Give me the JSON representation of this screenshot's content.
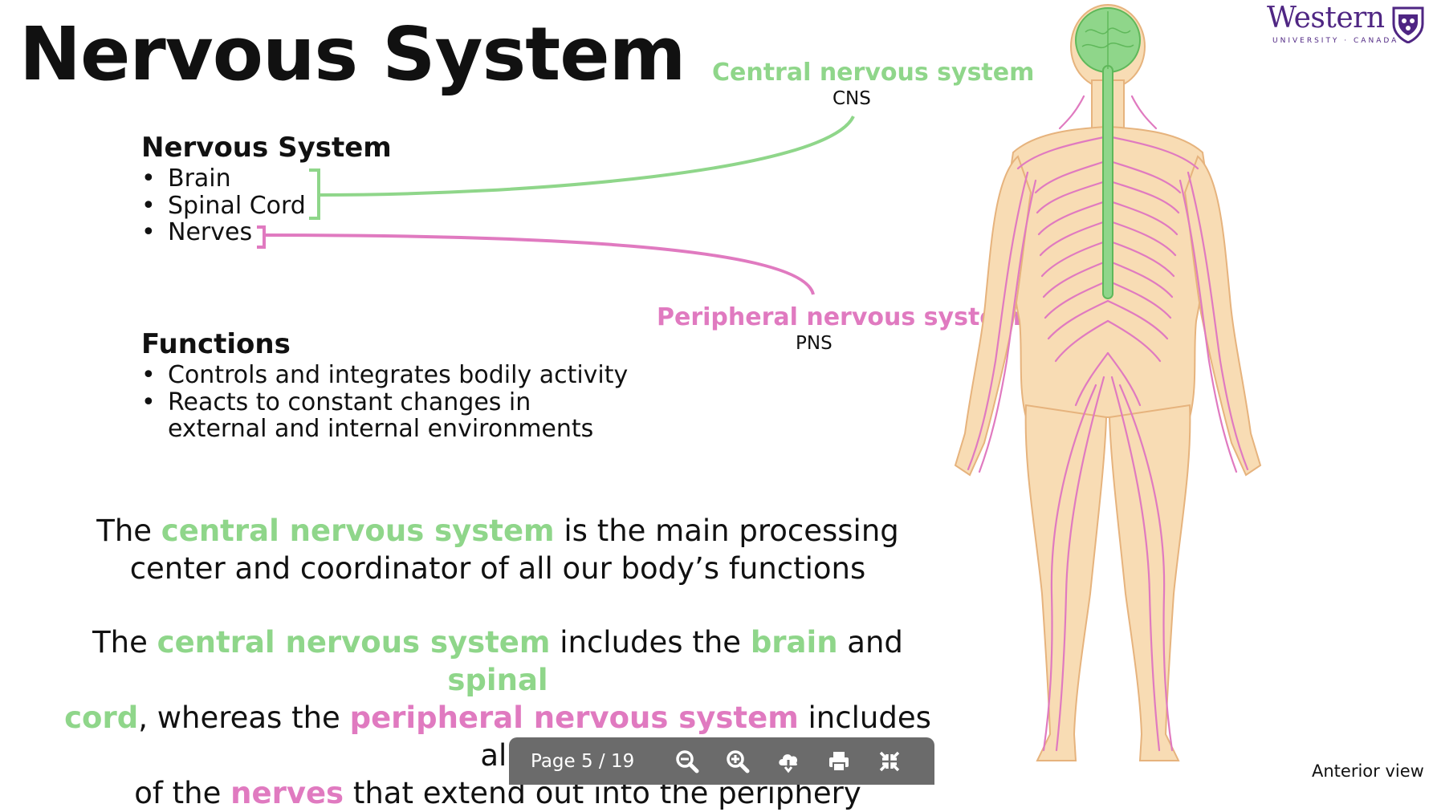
{
  "slide": {
    "title": "Nervous System",
    "structure": {
      "heading": "Nervous System",
      "items": [
        "Brain",
        "Spinal Cord",
        "Nerves"
      ]
    },
    "functions": {
      "heading": "Functions",
      "items": [
        "Controls and integrates bodily activity",
        "Reacts to constant changes in",
        "external and internal environments"
      ]
    },
    "cns": {
      "label": "Central nervous system",
      "abbr": "CNS"
    },
    "pns": {
      "label": "Peripheral nervous system",
      "abbr": "PNS"
    },
    "paragraph1": {
      "t1": "The ",
      "h1": "central nervous system",
      "t2": " is the main processing",
      "t3": "center and coordinator of all our body’s functions"
    },
    "paragraph2": {
      "t1": "The ",
      "h1": "central nervous system",
      "t2": " includes the ",
      "h2": "brain",
      "t3": " and ",
      "h3": "spinal",
      "h4": "cord",
      "t4": ", whereas the ",
      "h5": "peripheral nervous system",
      "t5": " includes all",
      "t6": "of the ",
      "h6": "nerves",
      "t7": " that extend out into the periphery"
    },
    "figure_caption": "Anterior view"
  },
  "logo": {
    "name": "Western",
    "subtitle": "UNIVERSITY · CANADA"
  },
  "viewer": {
    "page_label": "Page 5 / 19",
    "buttons": {
      "zoom_out": "zoom-out-icon",
      "zoom_in": "zoom-in-icon",
      "download": "download-icon",
      "print": "print-icon",
      "exit_fullscreen": "exit-fullscreen-icon"
    }
  },
  "colors": {
    "cns_green": "#8fd68a",
    "pns_pink": "#e07ac0",
    "skin": "#f8dcb4",
    "skin_outline": "#e6b37d",
    "western_purple": "#4f2683",
    "toolbar_bg": "#6b6b6b"
  }
}
